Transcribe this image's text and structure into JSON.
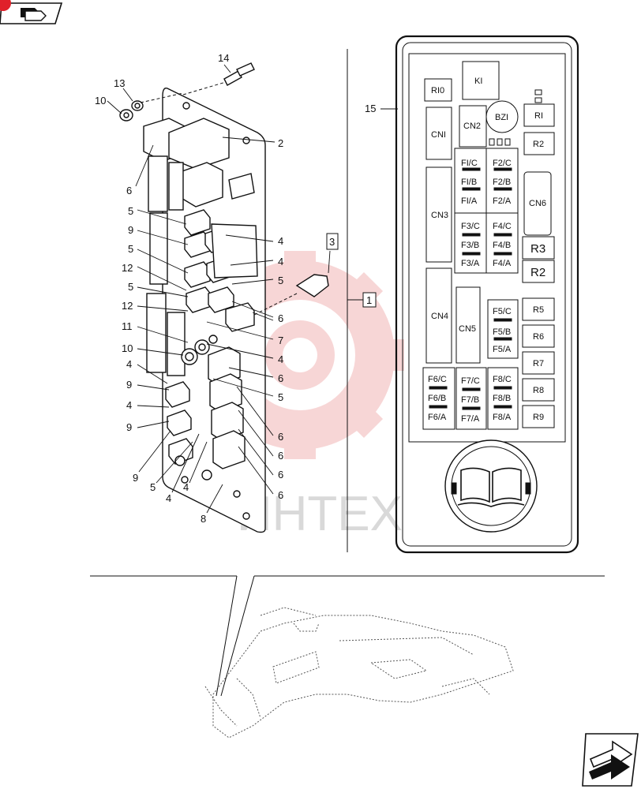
{
  "nav": {
    "top_left_icon": "book-forward-icon",
    "bottom_right_icon": "next-page-arrow-icon"
  },
  "watermark": {
    "text": "ИНТЕХ",
    "color": "#f2b6b6"
  },
  "callouts": {
    "c14": "14",
    "c13": "13",
    "c10a": "10",
    "c2": "2",
    "c6a": "6",
    "c5a": "5",
    "c9a": "9",
    "c5b": "5",
    "c12a": "12",
    "c5c": "5",
    "c12b": "12",
    "c11": "11",
    "c10b": "10",
    "c4a": "4",
    "c9b": "9",
    "c4b": "4",
    "c9c": "9",
    "c9d": "9",
    "c5d": "5",
    "c4c": "4",
    "c4d": "4",
    "c8": "8",
    "r4a": "4",
    "r4b": "4",
    "r5a": "5",
    "r6a": "6",
    "r7": "7",
    "r4c": "4",
    "r6b": "6",
    "r5b": "5",
    "r6c": "6",
    "r6d": "6",
    "r6e": "6",
    "r6f": "6",
    "c3": "3",
    "c1": "1",
    "c15": "15"
  },
  "fuse_panel": {
    "RI0": "RI0",
    "KI": "KI",
    "CN2": "CN2",
    "BZI": "BZI",
    "RI": "RI",
    "CNI": "CNI",
    "R2a": "R2",
    "F1C": "FI/C",
    "F1B": "FI/B",
    "F1A": "FI/A",
    "F2C": "F2/C",
    "F2B": "F2/B",
    "F2A": "F2/A",
    "CN6": "CN6",
    "CN3": "CN3",
    "F3C": "F3/C",
    "F3B": "F3/B",
    "F3A": "F3/A",
    "F4C": "F4/C",
    "F4B": "F4/B",
    "F4A": "F4/A",
    "R3": "R3",
    "R2b": "R2",
    "CN4": "CN4",
    "CN5": "CN5",
    "F5C": "F5/C",
    "F5B": "F5/B",
    "F5A": "F5/A",
    "R5": "R5",
    "R6": "R6",
    "R7": "R7",
    "F6C": "F6/C",
    "F6B": "F6/B",
    "F6A": "F6/A",
    "F7C": "F7/C",
    "F7B": "F7/B",
    "F7A": "F7/A",
    "F8C": "F8/C",
    "F8B": "F8/B",
    "F8A": "F8/A",
    "R8": "R8",
    "R9": "R9",
    "manual_icon": "open-book-icon"
  }
}
